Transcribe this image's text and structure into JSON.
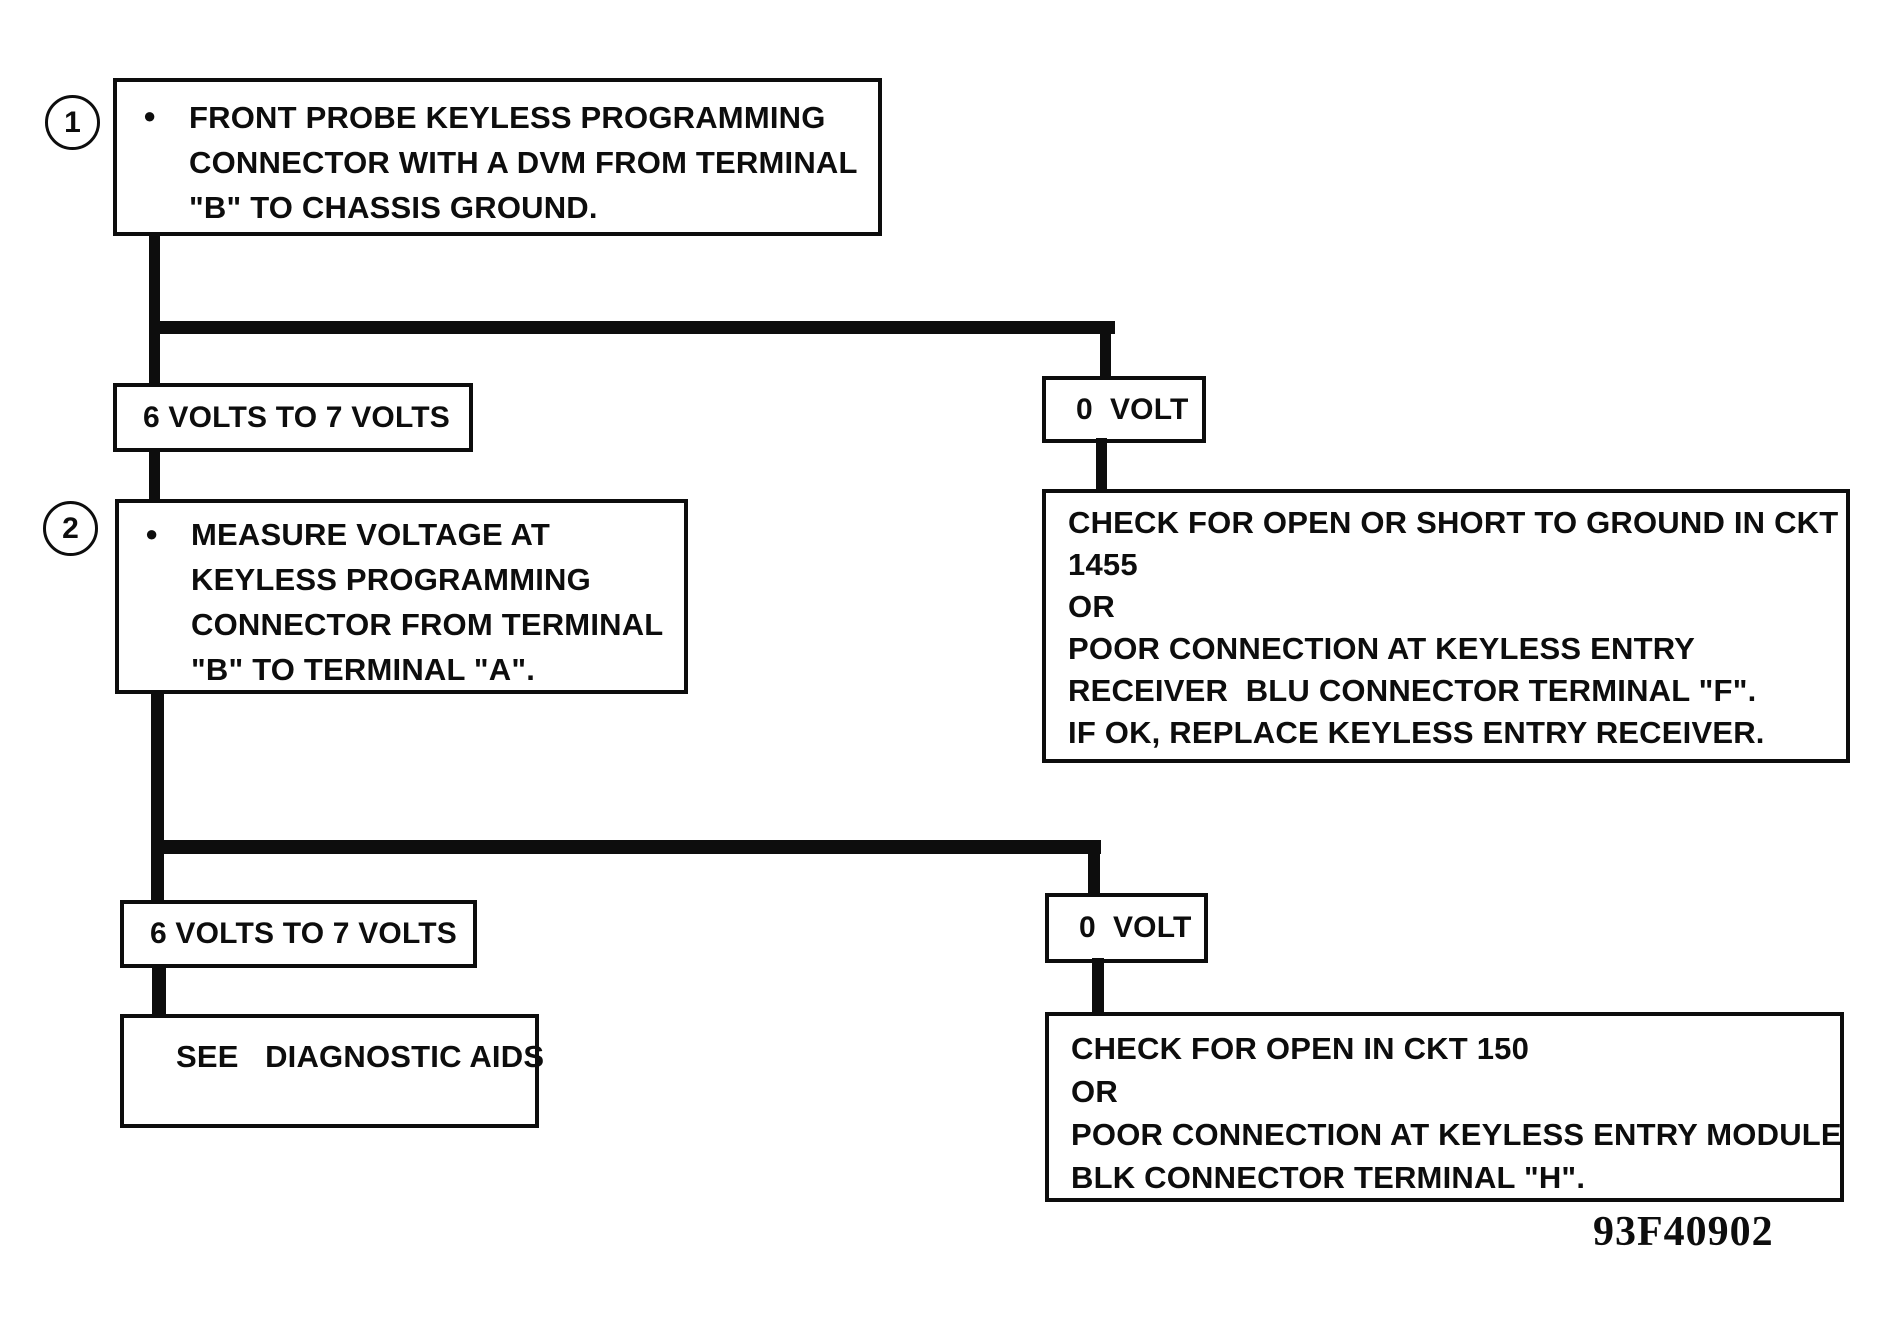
{
  "figure": {
    "background": "#ffffff",
    "ink": "#0d0d0d",
    "code": "93F40902"
  },
  "step1": {
    "number": "1",
    "bullet": "●",
    "lines": [
      "FRONT PROBE KEYLESS PROGRAMMING",
      "CONNECTOR WITH A DVM FROM TERMINAL",
      "\"B\" TO CHASSIS GROUND."
    ]
  },
  "branch1": {
    "left_label": "6 VOLTS TO 7 VOLTS",
    "right_label": "0  VOLT"
  },
  "step2": {
    "number": "2",
    "bullet": "●",
    "lines": [
      "MEASURE VOLTAGE AT",
      "KEYLESS PROGRAMMING",
      "CONNECTOR FROM TERMINAL",
      "\"B\" TO TERMINAL \"A\"."
    ]
  },
  "result_open_short": {
    "lines": [
      "CHECK FOR OPEN OR SHORT TO GROUND IN CKT",
      "1455",
      "OR",
      "POOR CONNECTION AT KEYLESS ENTRY",
      "RECEIVER  BLU CONNECTOR TERMINAL \"F\".",
      "IF OK, REPLACE KEYLESS ENTRY RECEIVER."
    ]
  },
  "branch2": {
    "left_label": "6 VOLTS TO 7 VOLTS",
    "right_label": "0  VOLT"
  },
  "diagnostic_aids": {
    "label": "SEE   DIAGNOSTIC AIDS"
  },
  "result_open_150": {
    "lines": [
      "CHECK FOR OPEN IN CKT 150",
      "OR",
      "POOR CONNECTION AT KEYLESS ENTRY MODULE",
      "BLK CONNECTOR TERMINAL \"H\"."
    ]
  }
}
